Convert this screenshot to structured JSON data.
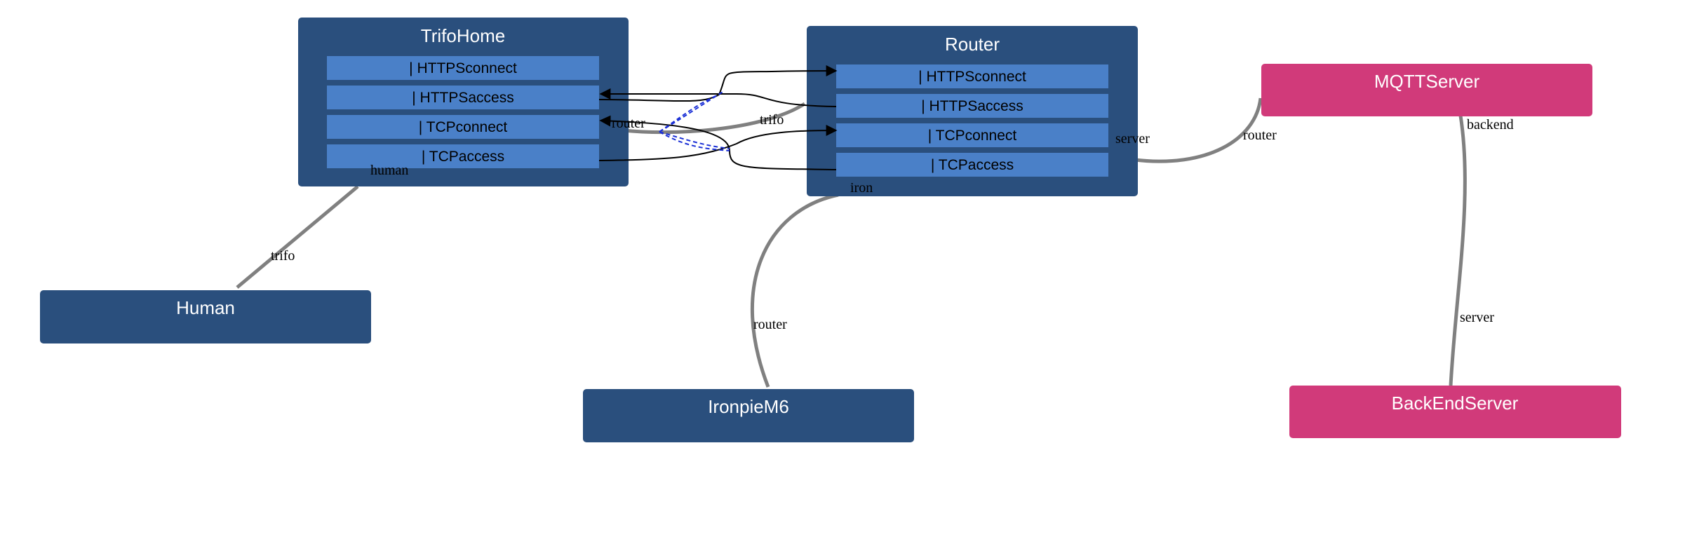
{
  "colors": {
    "node_dark": "#2a4f7d",
    "port": "#4a80c8",
    "pink": "#d13a7a",
    "edge_gray": "#808080",
    "edge_black": "#000000",
    "edge_blue_dashed": "#1a2fd6"
  },
  "nodes": {
    "trifohome": {
      "title": "TrifoHome",
      "ports": [
        "| HTTPSconnect",
        "| HTTPSaccess",
        "| TCPconnect",
        "| TCPaccess"
      ]
    },
    "router": {
      "title": "Router",
      "ports": [
        "| HTTPSconnect",
        "| HTTPSaccess",
        "| TCPconnect",
        "| TCPaccess"
      ]
    },
    "human": {
      "title": "Human"
    },
    "ironpie": {
      "title": "IronpieM6"
    },
    "mqtt": {
      "title": "MQTTServer"
    },
    "backend": {
      "title": "BackEndServer"
    }
  },
  "edge_labels": {
    "trifohome_human": "human",
    "human_trifo": "trifo",
    "trifohome_router": "router",
    "router_trifo": "trifo",
    "router_iron": "iron",
    "ironpie_router": "router",
    "router_server": "server",
    "mqtt_router": "router",
    "mqtt_backend": "backend",
    "backend_server": "server"
  }
}
